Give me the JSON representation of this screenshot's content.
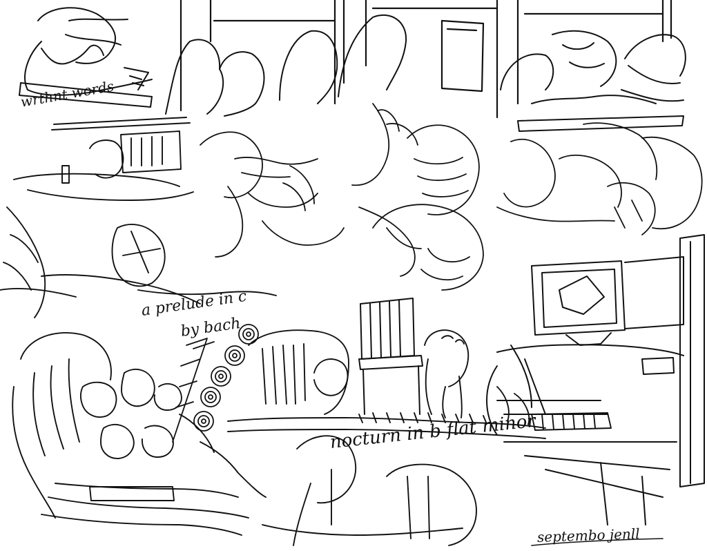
{
  "drawing": {
    "ink_color": "#111111",
    "paper_color": "#ffffff"
  },
  "captions": {
    "prelude_line1": "a prelude in c",
    "prelude_line2": "by bach",
    "nocturne": "nocturn in b flat minor",
    "signature": "septembo jenll",
    "top_left_note": "wrthnt words"
  }
}
